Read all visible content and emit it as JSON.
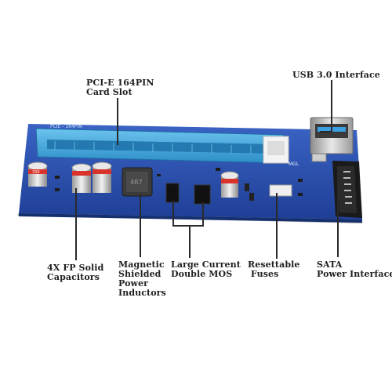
{
  "labels": {
    "pcie_slot": [
      "PCI-E 164PIN",
      "Card Slot"
    ],
    "usb": [
      "USB 3.0 Interface"
    ],
    "capacitors": [
      "4X FP Solid",
      "Capacitors"
    ],
    "inductors": [
      "Magnetic",
      "Shielded",
      "Power",
      "Inductors"
    ],
    "mos": [
      "Large Current",
      "Double MOS"
    ],
    "fuses": [
      "Resettable",
      " Fuses"
    ],
    "sata": [
      "SATA",
      "Power Interface"
    ]
  },
  "board_marks": {
    "inductor_text": "4R7",
    "silk_top": "PCIE - 164PIN",
    "silk_mgl": "MGL",
    "cap_text": "330"
  },
  "colors": {
    "pcb": "#2a4fb0",
    "slot": "#45a6d9",
    "capacitor_top": "#e0e0e0",
    "capacitor_band": "#d8342c"
  }
}
